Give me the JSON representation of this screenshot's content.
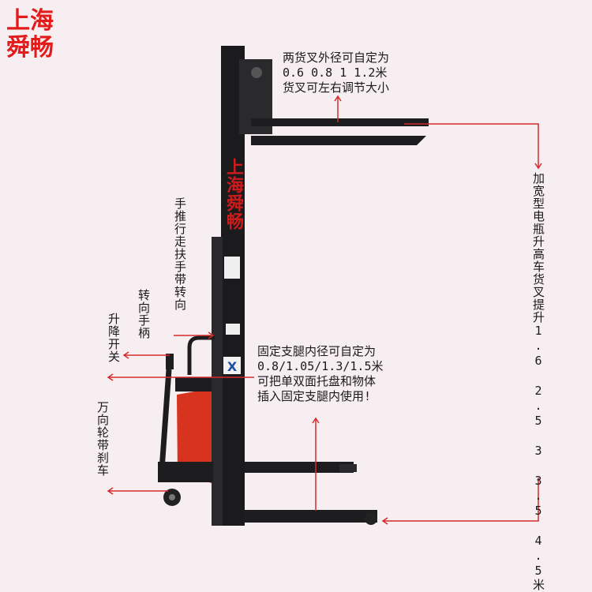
{
  "brand": {
    "line1": "上海",
    "line2": "舜畅"
  },
  "mast_watermark": "上海舜畅",
  "annotations": {
    "forks": {
      "line1": "两货叉外径可自定为",
      "line2": "0.6  0.8  1  1.2米",
      "line3": "货叉可左右调节大小"
    },
    "lift_height": "加宽型电瓶升高车货叉提升1.6 2.5 3 3.5 4.5米",
    "handrail": "手推行走扶手带转向",
    "steering": "转向手柄",
    "lift_switch": "升降开关",
    "wheel": "万向轮带刹车",
    "legs": {
      "line1": "固定支腿内径可自定为",
      "line2": "0.8/1.05/1.3/1.5米",
      "line3": "可把单双面托盘和物体",
      "line4": "插入固定支腿内使用!"
    }
  },
  "colors": {
    "brand_red": "#e31b1b",
    "arrow_red": "#d42b2b",
    "machine_black": "#1d1d1f",
    "body_red": "#d8331f",
    "background": "#f7eef2"
  }
}
